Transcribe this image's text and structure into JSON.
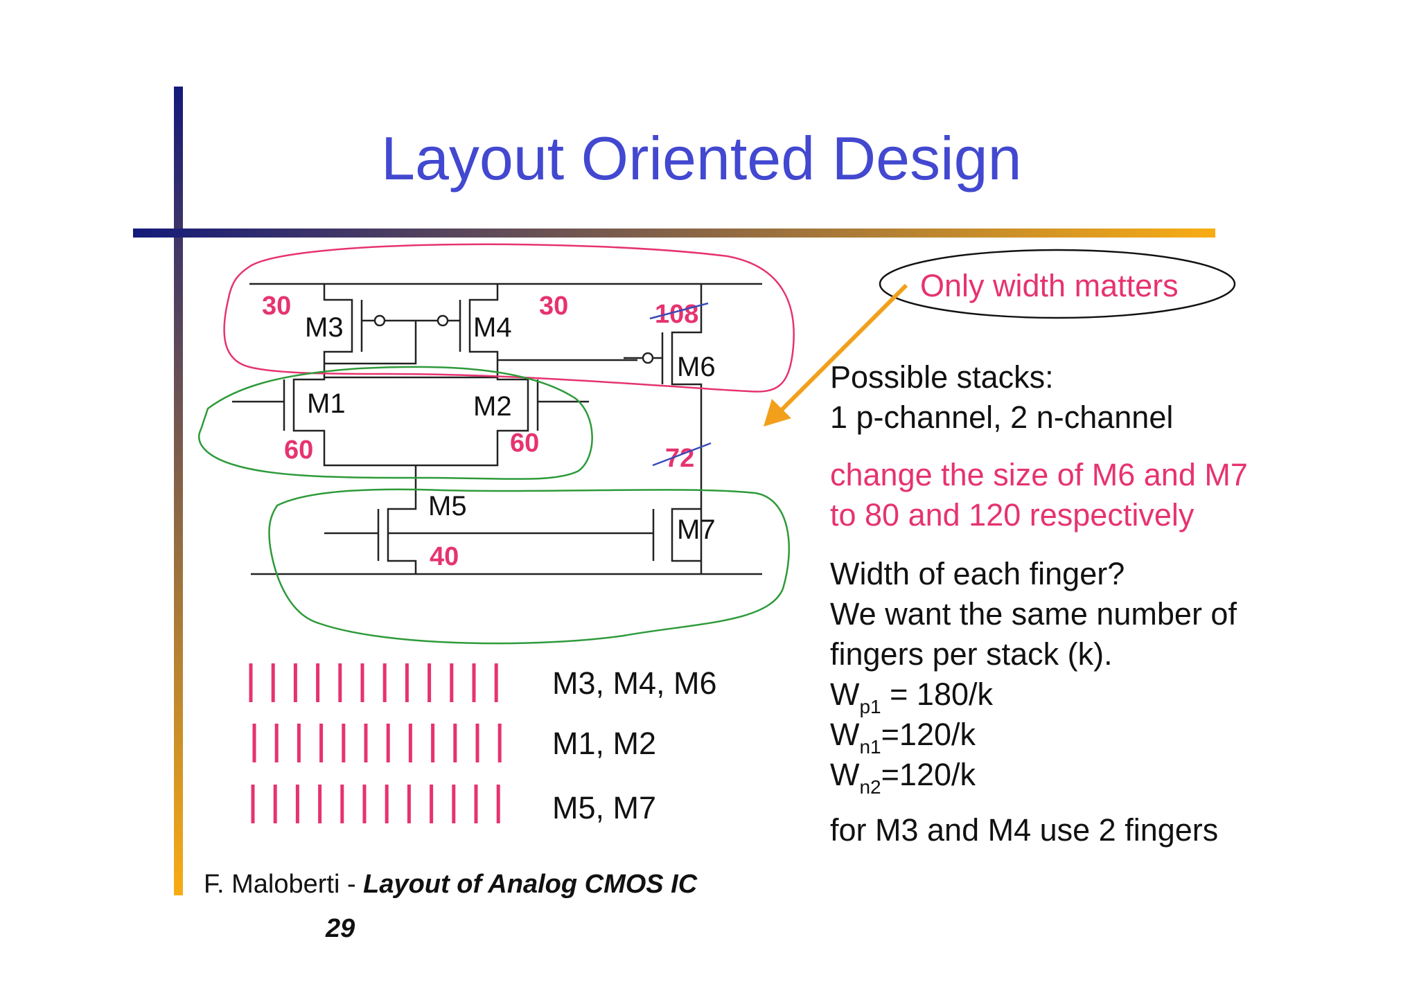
{
  "title": "Layout Oriented Design",
  "transistors": {
    "m3": "M3",
    "m4": "M4",
    "m6": "M6",
    "m1": "M1",
    "m2": "M2",
    "m5": "M5",
    "m7": "M7"
  },
  "sizes": {
    "m3": "30",
    "m4": "30",
    "m6": "108",
    "m1": "60",
    "m2": "60",
    "m5": "40",
    "m7": "72"
  },
  "callout": "Only width matters",
  "right_text": {
    "stacks_line1": "Possible stacks:",
    "stacks_line2": "1 p-channel, 2 n-channel",
    "change_line1": "change the size of M6 and M7",
    "change_line2": "to 80 and 120 respectively",
    "finger_q": "Width of each finger?",
    "want_line1": "We want the same number of",
    "want_line2": "fingers per stack (k).",
    "wp1_base": "W",
    "wp1_sub": "p1",
    "wp1_rest": " = 180/k",
    "wn1_base": "W",
    "wn1_sub": "n1",
    "wn1_rest": "=120/k",
    "wn2_base": "W",
    "wn2_sub": "n2",
    "wn2_rest": "=120/k",
    "fingers_note": "for M3 and M4 use 2 fingers"
  },
  "finger_rows": [
    {
      "label": "M3, M4, M6",
      "fingers": 12
    },
    {
      "label": "M1, M2",
      "fingers": 12
    },
    {
      "label": "M5, M7",
      "fingers": 12
    }
  ],
  "footer": {
    "author": "F. Maloberti - ",
    "book": "Layout of Analog CMOS IC",
    "page": "29"
  },
  "colors": {
    "title": "#4248cf",
    "annotation_pink": "#e6336f",
    "annotation_green": "#2e9a3a",
    "arrow_orange": "#f2a01c",
    "bar_start": "#141a7a",
    "bar_end": "#f8ac14"
  }
}
